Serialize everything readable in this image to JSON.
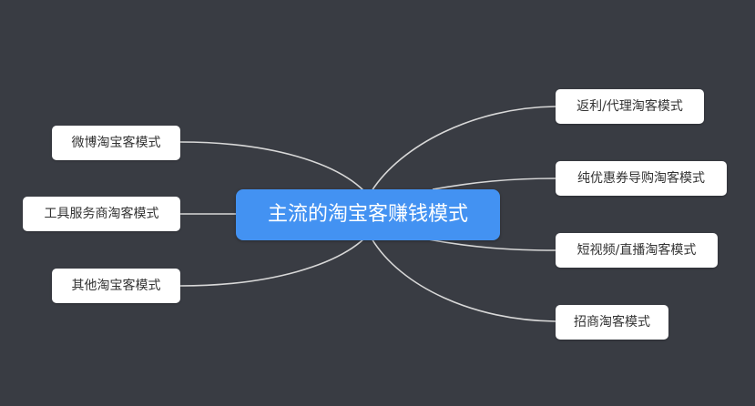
{
  "root": {
    "label": "主流的淘宝客赚钱模式"
  },
  "left_branches": [
    {
      "label": "微博淘宝客模式"
    },
    {
      "label": "工具服务商淘客模式"
    },
    {
      "label": "其他淘宝客模式"
    }
  ],
  "right_branches": [
    {
      "label": "返利/代理淘客模式"
    },
    {
      "label": "纯优惠券导购淘客模式"
    },
    {
      "label": "短视频/直播淘客模式"
    },
    {
      "label": "招商淘客模式"
    }
  ],
  "colors": {
    "background": "#393c43",
    "root_fill": "#4392f2",
    "node_fill": "#ffffff",
    "connector": "#d8d8d8"
  }
}
